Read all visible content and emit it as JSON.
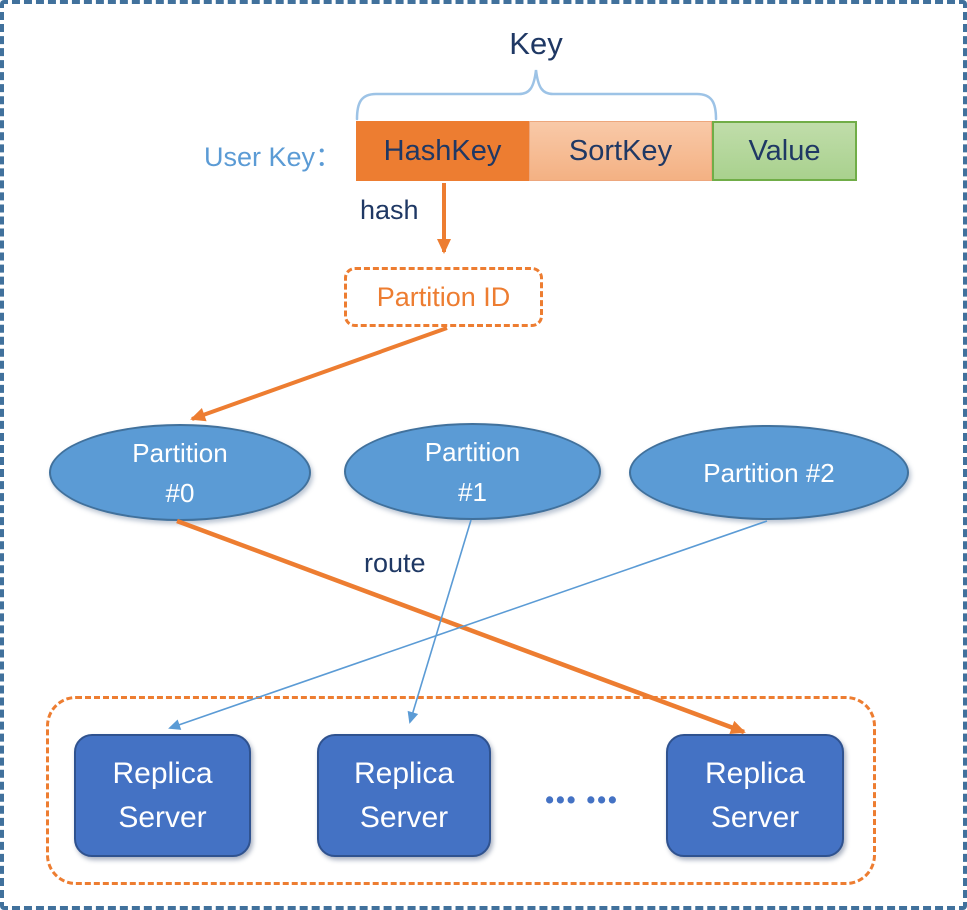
{
  "colors": {
    "orange": "#ED7D31",
    "navy": "#1F3864",
    "sky-blue": "#5B9BD5",
    "brace-blue": "#9DC3E6",
    "ellipse-border": "#41719C",
    "replica-blue": "#4472C4",
    "replica-border": "#2F528F",
    "sortkey-fill": "#F4B183",
    "value-fill": "#A9D18E",
    "value-border": "#70AD47",
    "outer-border": "#41719C"
  },
  "key_brace": {
    "label": "Key"
  },
  "user_key": {
    "label": "User Key："
  },
  "bar": {
    "segments": [
      {
        "label": "HashKey"
      },
      {
        "label": "SortKey"
      },
      {
        "label": "Value"
      }
    ]
  },
  "hash": {
    "label": "hash"
  },
  "partition_id": {
    "label": "Partition ID"
  },
  "route": {
    "label": "route"
  },
  "partitions": [
    {
      "lines": [
        "Partition",
        "#0"
      ]
    },
    {
      "lines": [
        "Partition",
        "#1"
      ]
    },
    {
      "lines": [
        "Partition #2"
      ]
    }
  ],
  "ellipsis": {
    "label": "••• •••"
  },
  "replica_servers": [
    {
      "lines": [
        "Replica",
        "Server"
      ]
    },
    {
      "lines": [
        "Replica",
        "Server"
      ]
    },
    {
      "lines": [
        "Replica",
        "Server"
      ]
    }
  ]
}
